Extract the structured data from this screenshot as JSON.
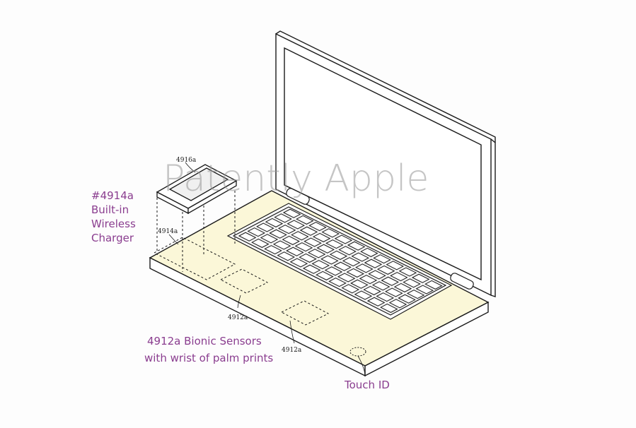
{
  "watermark": "Patently Apple",
  "callouts": {
    "charger_line1": "#4914a",
    "charger_line2": "Built-in",
    "charger_line3": "Wireless",
    "charger_line4": "Charger",
    "sensors_line1": "4912a Bionic Sensors",
    "sensors_line2": "with wrist of palm prints",
    "touch_id": "Touch ID"
  },
  "refs": {
    "phone": "4916a",
    "charger": "4914a",
    "sensor_left": "4912a",
    "sensor_right": "4912a"
  },
  "colors": {
    "line": "#1a1a1a",
    "deck_fill": "#fbf7d8",
    "callout_text": "#8a3d8f"
  }
}
